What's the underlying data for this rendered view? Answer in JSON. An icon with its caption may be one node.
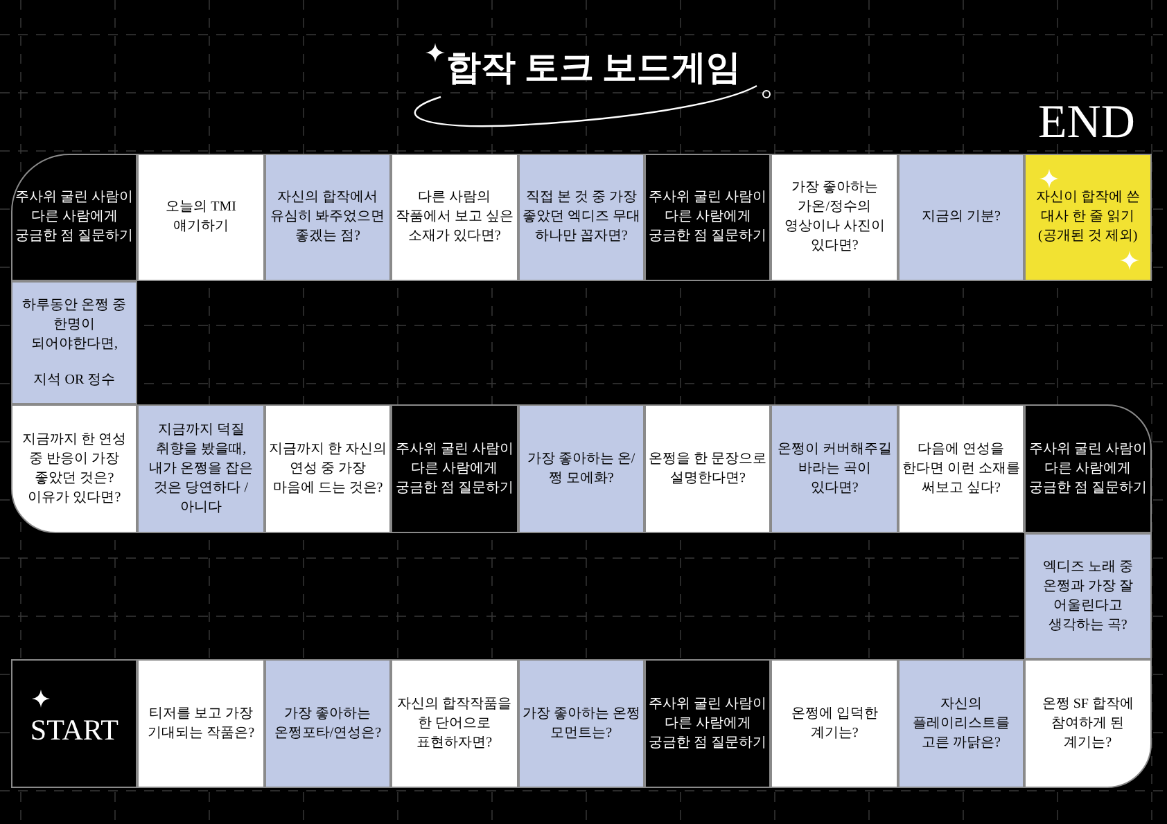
{
  "diagram": {
    "title": "합작 토크 보드게임",
    "nodes": [
      {
        "text": [
          "주사위 굴린 사람이 다른 사람에게 궁금한 점 질문하기"
        ]
      },
      {
        "text": [
          "오늘의 TMI 얘기하기"
        ]
      },
      {
        "text": [
          "자신의 합작에서 유심히 봐주었으면 좋겠는 점?"
        ]
      },
      {
        "text": [
          "다른 사람의 작품에서 보고 싶은 소재가 있다면?"
        ]
      },
      {
        "text": [
          "직접 본 것 중 가장 좋았던 엑디즈 무대 하나만 꼽자면?"
        ]
      },
      {
        "text": [
          "주사위 굴린 사람이 다른 사람에게 궁금한 점 질문하기"
        ]
      },
      {
        "text": [
          "가장 좋아하는 가온/정수의 영상이나 사진이 있다면?"
        ]
      },
      {
        "text": [
          "지금의 기분?"
        ]
      },
      {
        "text": [
          "자신이 합작에 쓴 대사 한 줄 읽기 (공개된 것 제외)"
        ]
      },
      {
        "text": [
          "하루동안 온쩡 중 한명이 되어야한다면,",
          "지석 OR 정수"
        ]
      },
      {
        "text": [
          "지금까지 한 연성 중 반응이 가장 좋았던 것은? 이유가 있다면?"
        ]
      },
      {
        "text": [
          "지금까지 덕질 취향을 봤을때, 내가 온쩡을 잡은 것은 당연하다 / 아니다"
        ]
      },
      {
        "text": [
          "지금까지 한 자신의 연성 중 가장 마음에 드는 것은?"
        ]
      },
      {
        "text": [
          "주사위 굴린 사람이 다른 사람에게 궁금한 점 질문하기"
        ]
      },
      {
        "text": [
          "가장 좋아하는 온/쩡 모에화?"
        ]
      },
      {
        "text": [
          "온쩡을 한 문장으로 설명한다면?"
        ]
      },
      {
        "text": [
          "온쩡이 커버해주길 바라는 곡이 있다면?"
        ]
      },
      {
        "text": [
          "다음에 연성을 한다면 이런 소재를 써보고 싶다?"
        ]
      },
      {
        "text": [
          "주사위 굴린 사람이 다른 사람에게 궁금한 점 질문하기"
        ]
      },
      {
        "text": [
          "엑디즈 노래 중 온쩡과 가장 잘 어울린다고 생각하는 곡?"
        ]
      },
      {
        "text": [
          "START"
        ]
      },
      {
        "text": [
          "티저를 보고 가장 기대되는 작품은?"
        ]
      },
      {
        "text": [
          "가장 좋아하는 온쩡포타/연성은?"
        ]
      },
      {
        "text": [
          "자신의 합작작품을 한 단어으로 표현하자면?"
        ]
      },
      {
        "text": [
          "가장 좋아하는 온쩡 모먼트는?"
        ]
      },
      {
        "text": [
          "주사위 굴린 사람이 다른 사람에게 궁금한 점 질문하기"
        ]
      },
      {
        "text": [
          "온쩡에 입덕한 계기는?"
        ]
      },
      {
        "text": [
          "자신의 플레이리스트를 고른 까닭은?"
        ]
      },
      {
        "text": [
          "온쩡 SF 합작에 참여하게 된 계기는?"
        ]
      }
    ],
    "labels": [
      "END"
    ]
  }
}
